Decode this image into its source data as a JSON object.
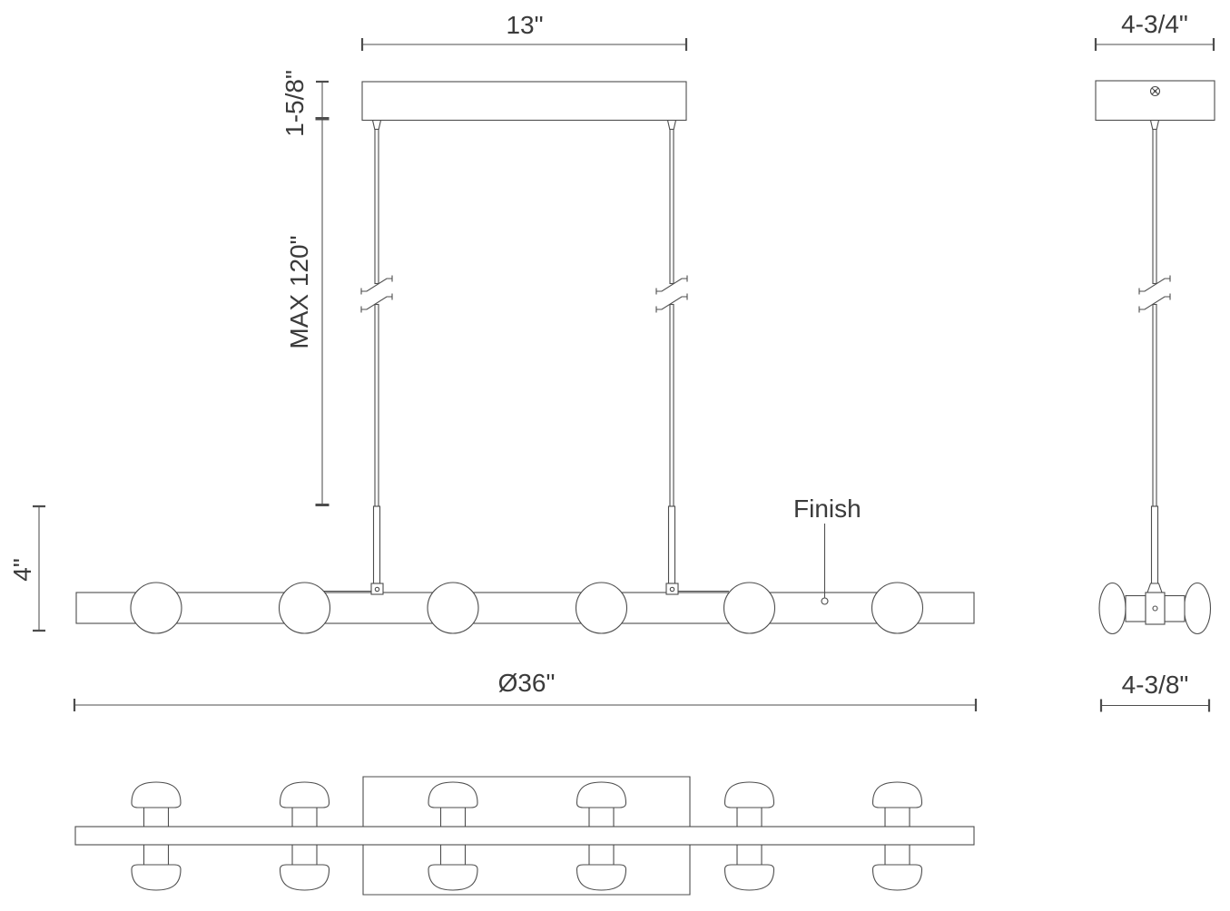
{
  "drawing": {
    "title": "Linear pendant light fixture — dimensional line drawing, three views",
    "labels": {
      "front_canopy_width": "13\"",
      "front_canopy_height": "1-5/8\"",
      "max_suspension": "MAX 120\"",
      "fixture_height": "4\"",
      "finish_callout": "Finish",
      "overall_length": "Ø36\"",
      "side_canopy_width": "4-3/4\"",
      "side_fixture_depth": "4-3/8\""
    },
    "colors": {
      "line": "#4d4d4d",
      "text": "#3b3b3b",
      "background": "#ffffff"
    }
  }
}
